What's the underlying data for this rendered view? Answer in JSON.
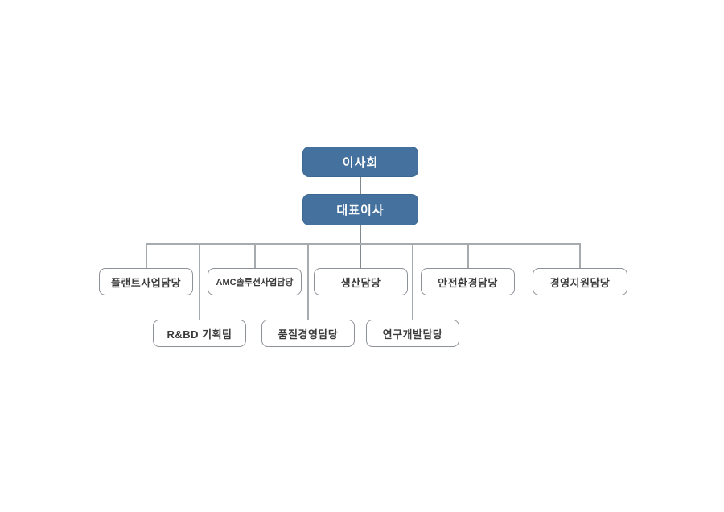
{
  "org_chart": {
    "type": "org-tree",
    "board": {
      "label": "이사회"
    },
    "ceo": {
      "label": "대표이사"
    },
    "row1": [
      {
        "label": "플랜트사업담당"
      },
      {
        "label": "AMC솔루션사업담당"
      },
      {
        "label": "생산담당"
      },
      {
        "label": "안전환경담당"
      },
      {
        "label": "경영지원담당"
      }
    ],
    "row2": [
      {
        "label": "R&BD 기획팀"
      },
      {
        "label": "품질경영담당"
      },
      {
        "label": "연구개발담당"
      }
    ],
    "hierarchy_note": "board > ceo > all row1 and row2 divisions"
  },
  "colors": {
    "background": "#ffffff",
    "executive_fill": "#44719d",
    "executive_border": "#3d6892",
    "executive_text": "#ffffff",
    "division_fill": "#ffffff",
    "division_border": "#8d9298",
    "division_text": "#3b3b3b",
    "connector": "#a5abae",
    "stem": "#82888c"
  }
}
